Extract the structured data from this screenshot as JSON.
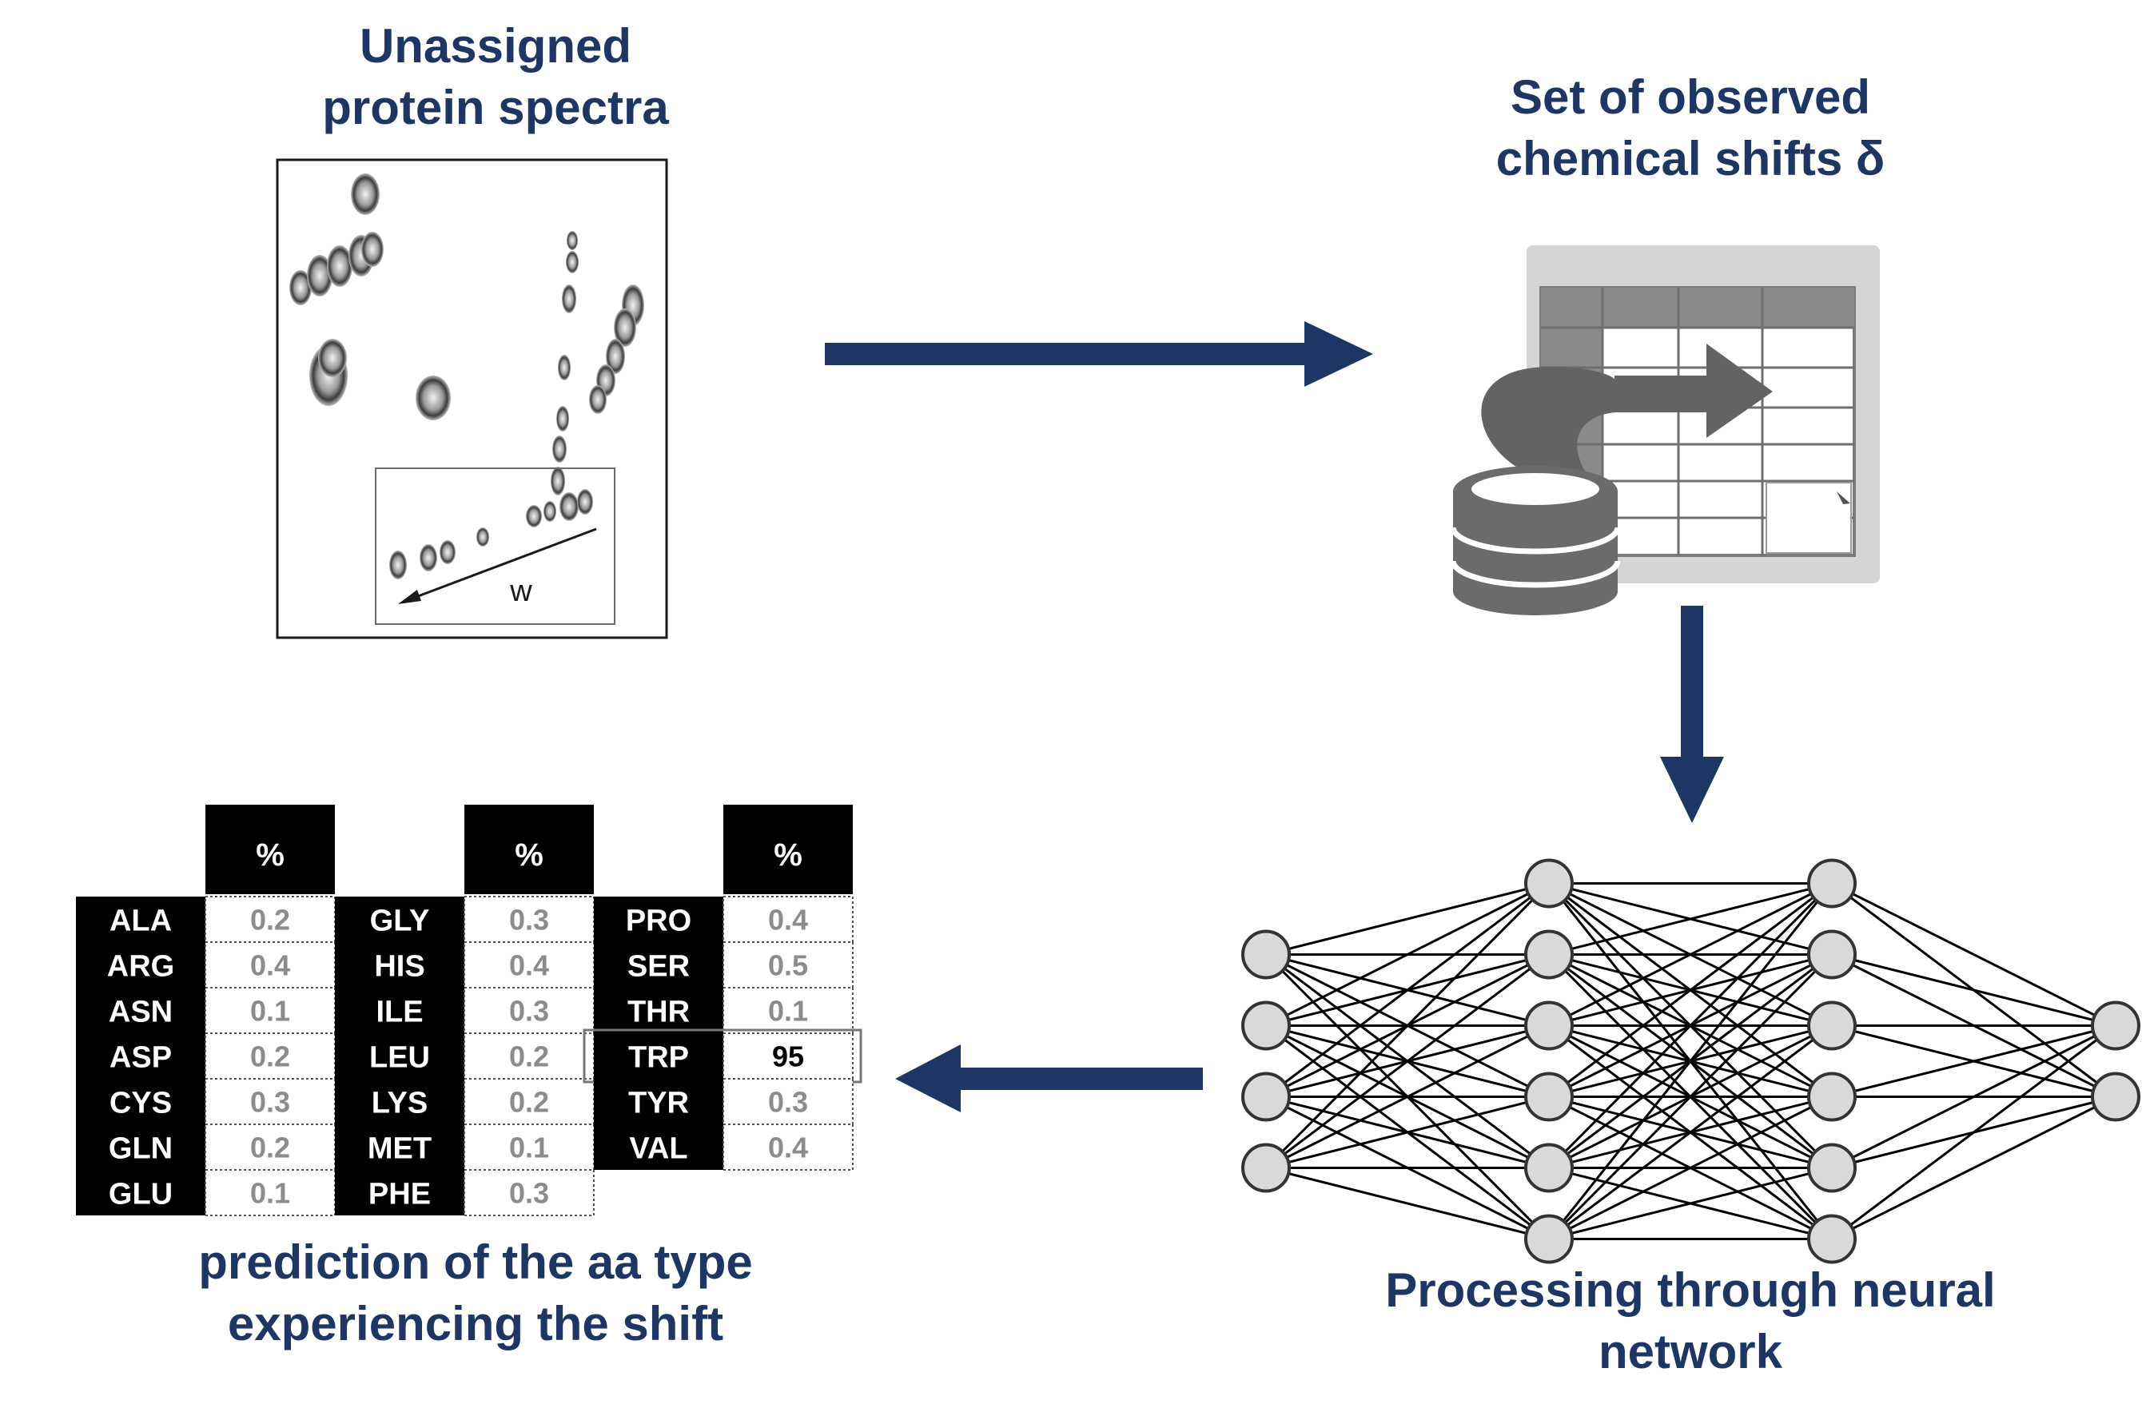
{
  "captions": {
    "spectra": [
      "Unassigned",
      "protein spectra"
    ],
    "shifts": [
      "Set of observed",
      "chemical shifts δ"
    ],
    "network": [
      "Processing through neural",
      "network"
    ],
    "prediction": [
      "prediction of the aa type",
      "experiencing the shift"
    ]
  },
  "spectrum": {
    "axis_label": "w"
  },
  "table": {
    "header_symbol": "%",
    "groups": [
      [
        [
          "ALA",
          "0.2"
        ],
        [
          "ARG",
          "0.4"
        ],
        [
          "ASN",
          "0.1"
        ],
        [
          "ASP",
          "0.2"
        ],
        [
          "CYS",
          "0.3"
        ],
        [
          "GLN",
          "0.2"
        ],
        [
          "GLU",
          "0.1"
        ]
      ],
      [
        [
          "GLY",
          "0.3"
        ],
        [
          "HIS",
          "0.4"
        ],
        [
          "ILE",
          "0.3"
        ],
        [
          "LEU",
          "0.2"
        ],
        [
          "LYS",
          "0.2"
        ],
        [
          "MET",
          "0.1"
        ],
        [
          "PHE",
          "0.3"
        ]
      ],
      [
        [
          "PRO",
          "0.4"
        ],
        [
          "SER",
          "0.5"
        ],
        [
          "THR",
          "0.1"
        ],
        [
          "TRP",
          "95"
        ],
        [
          "TYR",
          "0.3"
        ],
        [
          "VAL",
          "0.4"
        ]
      ]
    ],
    "highlight": "TRP"
  },
  "network": {
    "layers": [
      4,
      6,
      6,
      2
    ]
  },
  "colors": {
    "arrow": "#1e3664",
    "caption": "#1e3664",
    "node_fill": "#d9d9d9",
    "table_black": "#000000",
    "value_gray": "#8c8c8c"
  }
}
